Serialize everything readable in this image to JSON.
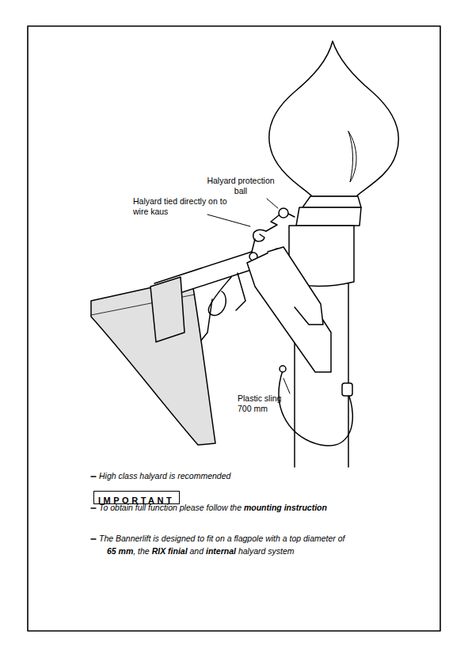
{
  "diagram": {
    "nodes": [
      {
        "text": [
          "IMPORTANT"
        ]
      }
    ],
    "labels": [
      "Halyard protection ball",
      "Halyard tied directly on to wire kaus",
      "Plastic sling 700 mm",
      "High class halyard is recommended",
      "To obtain full function please follow the",
      "mounting instruction",
      "The Bannerlift is designed to fit on a flagpole with a top diameter of",
      "65 mm",
      ", the",
      "RIX finial",
      "and",
      "internal",
      "halyard system"
    ]
  }
}
